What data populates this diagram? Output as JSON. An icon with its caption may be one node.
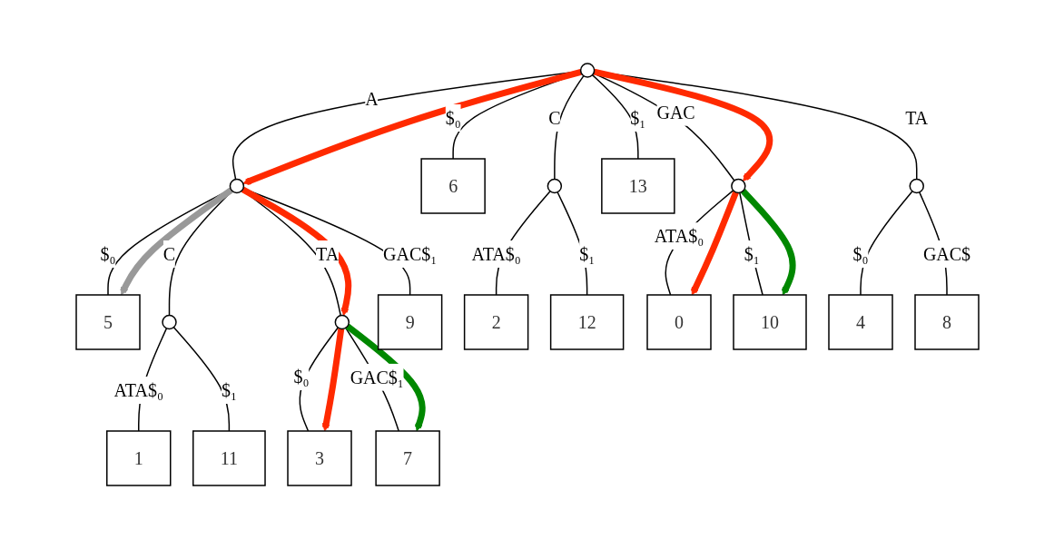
{
  "diagram": {
    "nodes": [
      {
        "text": [],
        "shape": "circle"
      },
      {
        "text": [],
        "shape": "circle"
      },
      {
        "text": [
          "6"
        ]
      },
      {
        "text": [],
        "shape": "circle"
      },
      {
        "text": [
          "13"
        ]
      },
      {
        "text": [],
        "shape": "circle"
      },
      {
        "text": [],
        "shape": "circle"
      },
      {
        "text": [
          "5"
        ]
      },
      {
        "text": [],
        "shape": "circle"
      },
      {
        "text": [],
        "shape": "circle"
      },
      {
        "text": [
          "9"
        ]
      },
      {
        "text": [
          "2"
        ]
      },
      {
        "text": [
          "12"
        ]
      },
      {
        "text": [
          "0"
        ]
      },
      {
        "text": [
          "10"
        ]
      },
      {
        "text": [
          "4"
        ]
      },
      {
        "text": [
          "8"
        ]
      },
      {
        "text": [
          "1"
        ]
      },
      {
        "text": [
          "11"
        ]
      },
      {
        "text": [
          "3"
        ]
      },
      {
        "text": [
          "7"
        ]
      }
    ],
    "edges": [
      {
        "from": 0,
        "to": 1,
        "arrow": "none",
        "label": "A"
      },
      {
        "from": 0,
        "to": 2,
        "arrow": "none",
        "label": "$₀"
      },
      {
        "from": 0,
        "to": 3,
        "arrow": "none",
        "label": "C"
      },
      {
        "from": 0,
        "to": 4,
        "arrow": "none",
        "label": "$₁"
      },
      {
        "from": 0,
        "to": 5,
        "arrow": "none",
        "label": "GAC"
      },
      {
        "from": 0,
        "to": 6,
        "arrow": "none",
        "label": "TA"
      },
      {
        "from": 1,
        "to": 7,
        "arrow": "none",
        "label": "$₀"
      },
      {
        "from": 1,
        "to": 8,
        "arrow": "none",
        "label": "C"
      },
      {
        "from": 1,
        "to": 9,
        "arrow": "none",
        "label": "TA"
      },
      {
        "from": 1,
        "to": 10,
        "arrow": "none",
        "label": "GAC$₁"
      },
      {
        "from": 3,
        "to": 11,
        "arrow": "none",
        "label": "ATA$₀"
      },
      {
        "from": 3,
        "to": 12,
        "arrow": "none",
        "label": "$₁"
      },
      {
        "from": 5,
        "to": 13,
        "arrow": "none",
        "label": "ATA$₀"
      },
      {
        "from": 5,
        "to": 14,
        "arrow": "none",
        "label": "$₁"
      },
      {
        "from": 6,
        "to": 15,
        "arrow": "none",
        "label": "$₀"
      },
      {
        "from": 6,
        "to": 16,
        "arrow": "none",
        "label": "GAC$"
      },
      {
        "from": 8,
        "to": 17,
        "arrow": "none",
        "label": "ATA$₀"
      },
      {
        "from": 8,
        "to": 18,
        "arrow": "none",
        "label": "$₁"
      },
      {
        "from": 9,
        "to": 19,
        "arrow": "none",
        "label": "$₀"
      },
      {
        "from": 9,
        "to": 20,
        "arrow": "none",
        "label": "GAC$₁"
      },
      {
        "from": 0,
        "to": 1,
        "arrow": "to",
        "style": "thick",
        "color": "#ff2a00"
      },
      {
        "from": 0,
        "to": 5,
        "arrow": "to",
        "style": "thick",
        "color": "#ff2a00"
      },
      {
        "from": 1,
        "to": 7,
        "arrow": "to",
        "style": "thick",
        "color": "#999999"
      },
      {
        "from": 1,
        "to": 9,
        "arrow": "to",
        "style": "thick",
        "color": "#ff2a00"
      },
      {
        "from": 5,
        "to": 13,
        "arrow": "to",
        "style": "thick",
        "color": "#ff2a00"
      },
      {
        "from": 5,
        "to": 14,
        "arrow": "to",
        "style": "thick",
        "color": "#008800"
      },
      {
        "from": 9,
        "to": 19,
        "arrow": "to",
        "style": "thick",
        "color": "#ff2a00"
      },
      {
        "from": 9,
        "to": 20,
        "arrow": "to",
        "style": "thick",
        "color": "#008800"
      }
    ]
  }
}
